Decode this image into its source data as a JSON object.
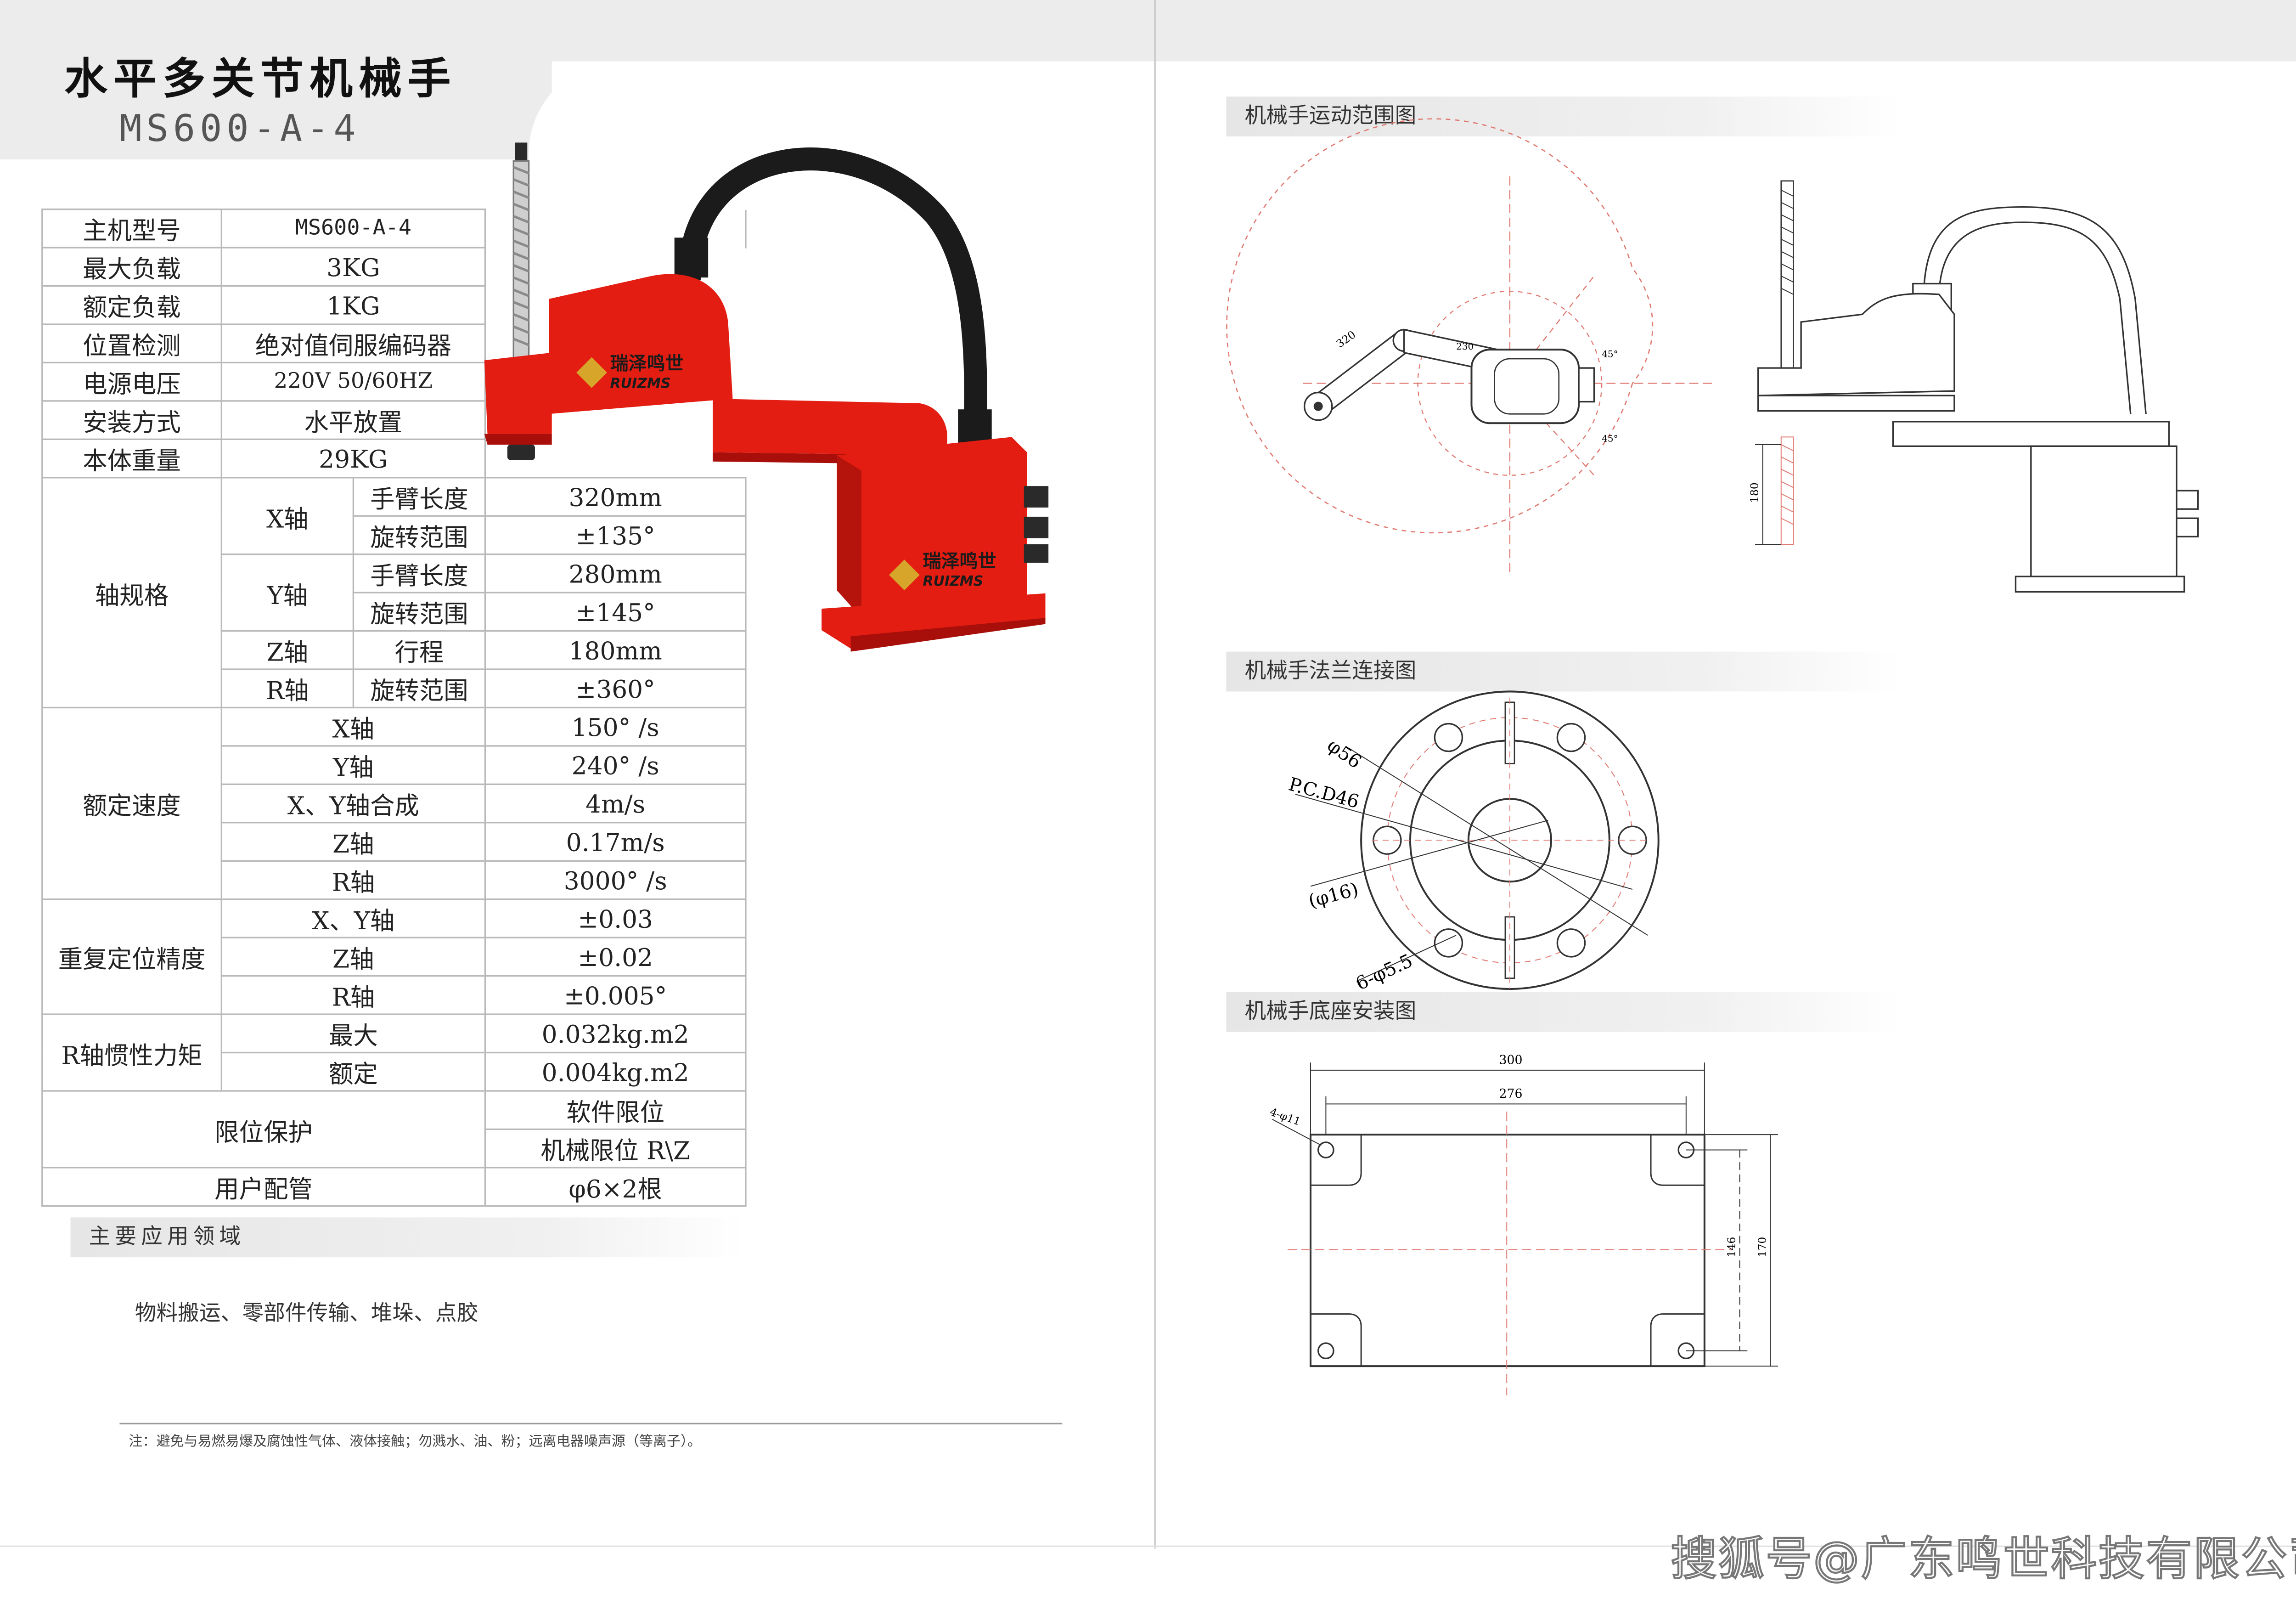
{
  "header": {
    "title": "水平多关节机械手",
    "model": "MS600-A-4"
  },
  "specs": {
    "main_model": {
      "label": "主机型号",
      "value": "MS600-A-4"
    },
    "max_load": {
      "label": "最大负载",
      "value": "3KG"
    },
    "rated_load": {
      "label": "额定负载",
      "value": "1KG"
    },
    "position_detection": {
      "label": "位置检测",
      "value": "绝对值伺服编码器"
    },
    "power_voltage": {
      "label": "电源电压",
      "value": "220V 50/60HZ"
    },
    "installation": {
      "label": "安装方式",
      "value": "水平放置"
    },
    "weight": {
      "label": "本体重量",
      "value": "29KG"
    },
    "axis_spec": {
      "label": "轴规格",
      "x_axis": "X轴",
      "x_arm_label": "手臂长度",
      "x_arm_value": "320mm",
      "x_rot_label": "旋转范围",
      "x_rot_value": "±135°",
      "y_axis": "Y轴",
      "y_arm_label": "手臂长度",
      "y_arm_value": "280mm",
      "y_rot_label": "旋转范围",
      "y_rot_value": "±145°",
      "z_axis": "Z轴",
      "z_label": "行程",
      "z_value": "180mm",
      "r_axis": "R轴",
      "r_label": "旋转范围",
      "r_value": "±360°"
    },
    "rated_speed": {
      "label": "额定速度",
      "x_label": "X轴",
      "x_value": "150° /s",
      "y_label": "Y轴",
      "y_value": "240° /s",
      "xy_label": "X、Y轴合成",
      "xy_value": "4m/s",
      "z_label": "Z轴",
      "z_value": "0.17m/s",
      "r_label": "R轴",
      "r_value": "3000° /s"
    },
    "repeatability": {
      "label": "重复定位精度",
      "xy_label": "X、Y轴",
      "xy_value": "±0.03",
      "z_label": "Z轴",
      "z_value": "±0.02",
      "r_label": "R轴",
      "r_value": "±0.005°"
    },
    "inertia": {
      "label": "R轴惯性力矩",
      "max_label": "最大",
      "max_value": "0.032kg.m2",
      "rated_label": "额定",
      "rated_value": "0.004kg.m2"
    },
    "limit_protection": {
      "label": "限位保护",
      "value_1": "软件限位",
      "value_2": "机械限位 R\\Z"
    },
    "user_piping": {
      "label": "用户配管",
      "value": "φ6×2根"
    }
  },
  "applications": {
    "heading": "主要应用领域",
    "text": "物料搬运、零部件传输、堆垛、点胶"
  },
  "note": "注：避免与易燃易爆及腐蚀性气体、液体接触；勿溅水、油、粉；远离电器噪声源（等离子）。",
  "robot_logo": {
    "brand_cn": "瑞泽鸣世",
    "brand_en": "RUIZMS"
  },
  "drawings": {
    "motion_range": {
      "heading": "机械手运动范围图",
      "dim_arm": "320",
      "dim_radius": "230",
      "angle_1": "45°",
      "angle_2": "45°",
      "stroke": "180"
    },
    "flange": {
      "heading": "机械手法兰连接图",
      "dim_outer": "φ56",
      "dim_pcd": "P.C.D46",
      "dim_inner": "(φ16)",
      "dim_holes": "6-φ5.5"
    },
    "base": {
      "heading": "机械手底座安装图",
      "dim_width": "300",
      "dim_hole_spacing": "276",
      "dim_holes": "4-φ11",
      "dim_height": "170",
      "dim_hole_height": "146"
    }
  },
  "colors": {
    "robot_red": "#e31d12",
    "robot_dark_red": "#a80f0a",
    "cable_black": "#1b1b1b",
    "brand_gold": "#d7a52a",
    "table_border": "#b9b9b9",
    "center_line": "#e07b73"
  },
  "watermark": "搜狐号@广东鸣世科技有限公司"
}
